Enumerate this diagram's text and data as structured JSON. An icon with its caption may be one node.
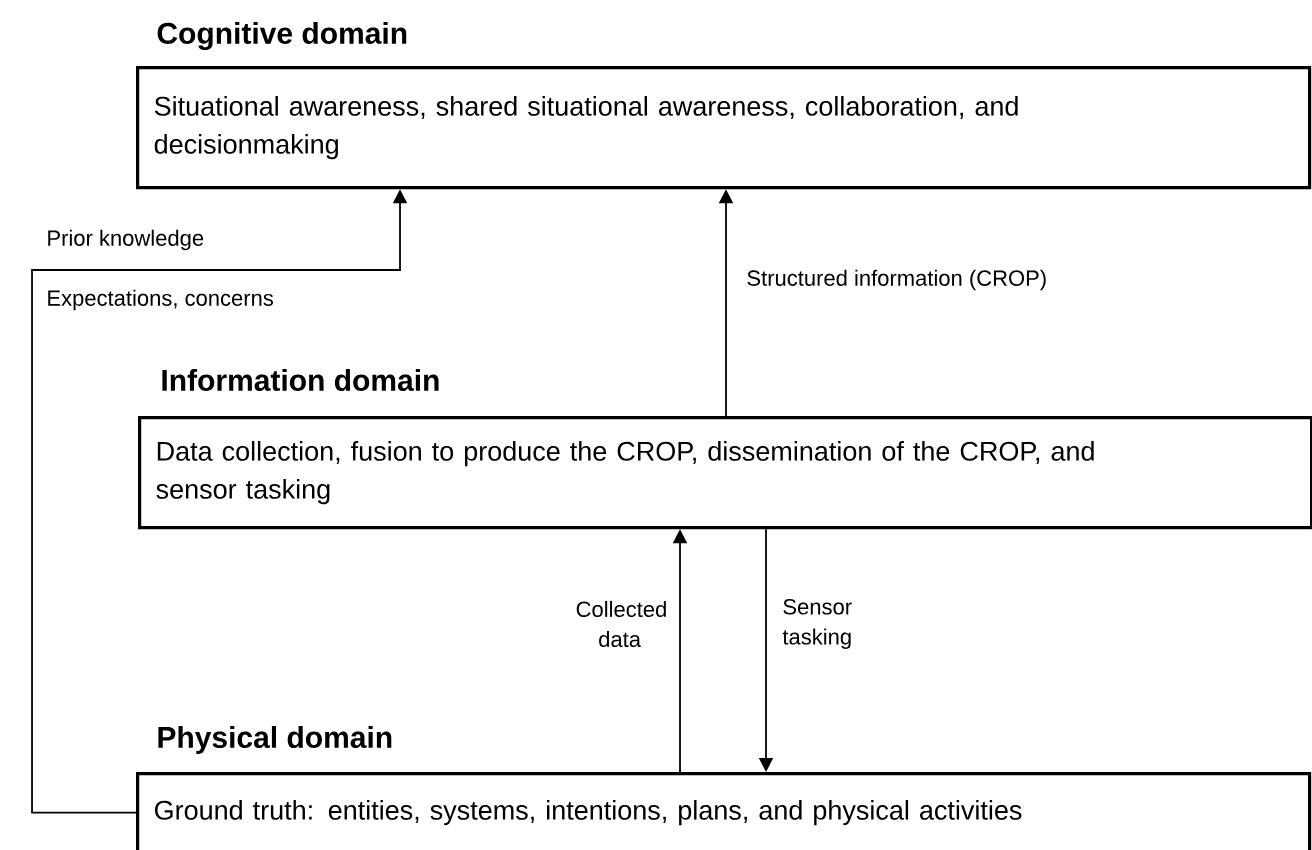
{
  "diagram": {
    "nodes": [
      {
        "text": [
          "Cognitive domain",
          "Situational awareness, shared situational awareness, collaboration, and decisionmaking"
        ]
      },
      {
        "text": [
          "Information domain",
          "Data collection, fusion to produce the CROP, dissemination of the CROP, and sensor tasking"
        ]
      },
      {
        "text": [
          "Physical domain",
          "Ground truth: entities, systems, intentions, plans, and physical activities"
        ]
      }
    ],
    "edges": [
      {
        "from": 2,
        "to": 0,
        "arrow": "to",
        "label": "Prior knowledge"
      },
      {
        "from": 1,
        "to": 0,
        "arrow": "to",
        "label": "Structured information (CROP)"
      },
      {
        "from": 2,
        "to": 1,
        "arrow": "to",
        "label": "Collected data"
      },
      {
        "from": 1,
        "to": 2,
        "arrow": "to",
        "label": "Sensor tasking"
      }
    ],
    "labels": [
      "Expectations, concerns"
    ]
  }
}
